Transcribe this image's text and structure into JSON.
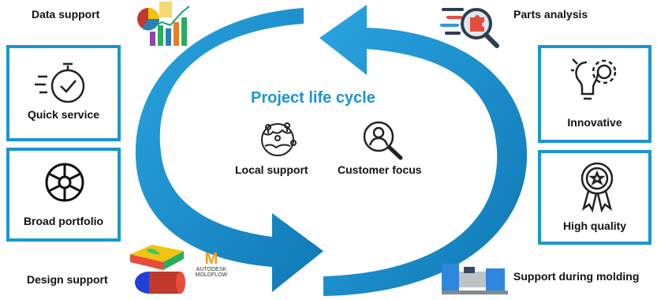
{
  "center": {
    "title": "Project life cycle",
    "local_support": "Local support",
    "customer_focus": "Customer focus"
  },
  "left": {
    "data_support": "Data support",
    "quick_service": "Quick service",
    "broad_portfolio": "Broad portfolio",
    "design_support": "Design support",
    "moldflow_brand": "AUTODESK",
    "moldflow_product": "MOLDFLOW",
    "moldflow_letter": "M"
  },
  "right": {
    "parts_analysis": "Parts analysis",
    "innovative": "Innovative",
    "high_quality": "High quality",
    "support_molding": "Support during molding"
  },
  "colors": {
    "accent": "#1b95d2",
    "accent_dark": "#0f6fa3",
    "text": "#111111"
  }
}
